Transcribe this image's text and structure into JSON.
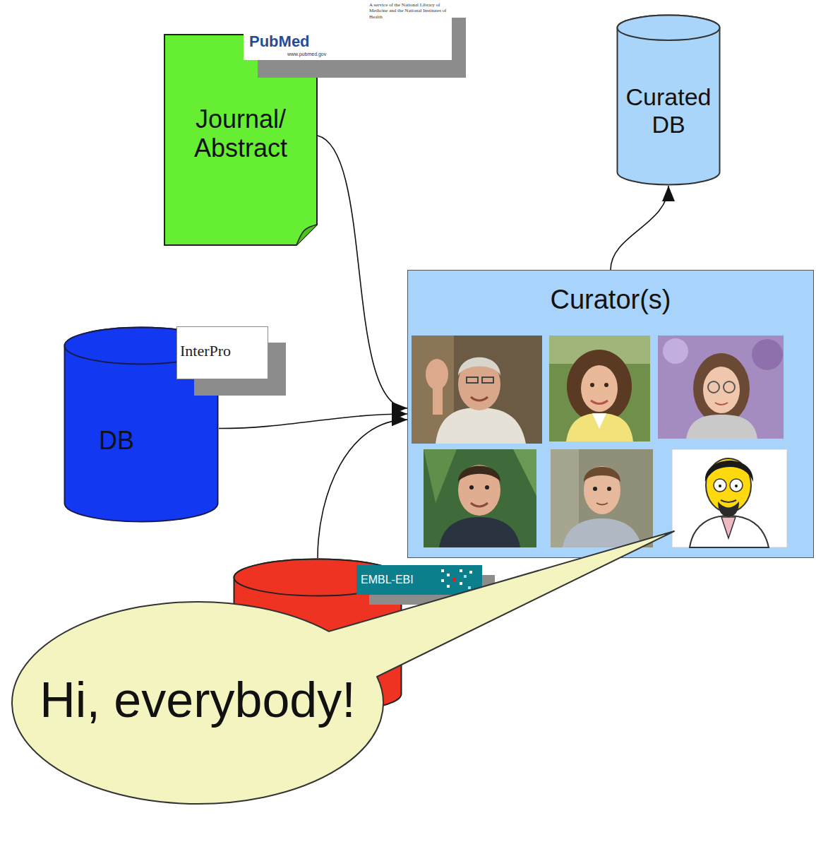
{
  "diagram": {
    "nodes": [
      {
        "text": [
          "Journal/ Abstract",
          "PubMed",
          "A service of the National Library of Medicine and the National Institutes of Health",
          "www.pubmed.gov"
        ]
      },
      {
        "text": [
          "Curated DB"
        ]
      },
      {
        "text": [
          "DB",
          "InterPro"
        ]
      },
      {
        "text": [
          "Curator(s)"
        ]
      },
      {
        "text": [
          "EMBL-EBI"
        ]
      },
      {
        "text": [
          "Hi, everybody!"
        ]
      }
    ],
    "edges": [
      {
        "from": 0,
        "to": 3,
        "arrow": "to"
      },
      {
        "from": 2,
        "to": 3,
        "arrow": "to"
      },
      {
        "from": 4,
        "to": 3,
        "arrow": "to"
      },
      {
        "from": 3,
        "to": 1,
        "arrow": "to"
      }
    ]
  }
}
